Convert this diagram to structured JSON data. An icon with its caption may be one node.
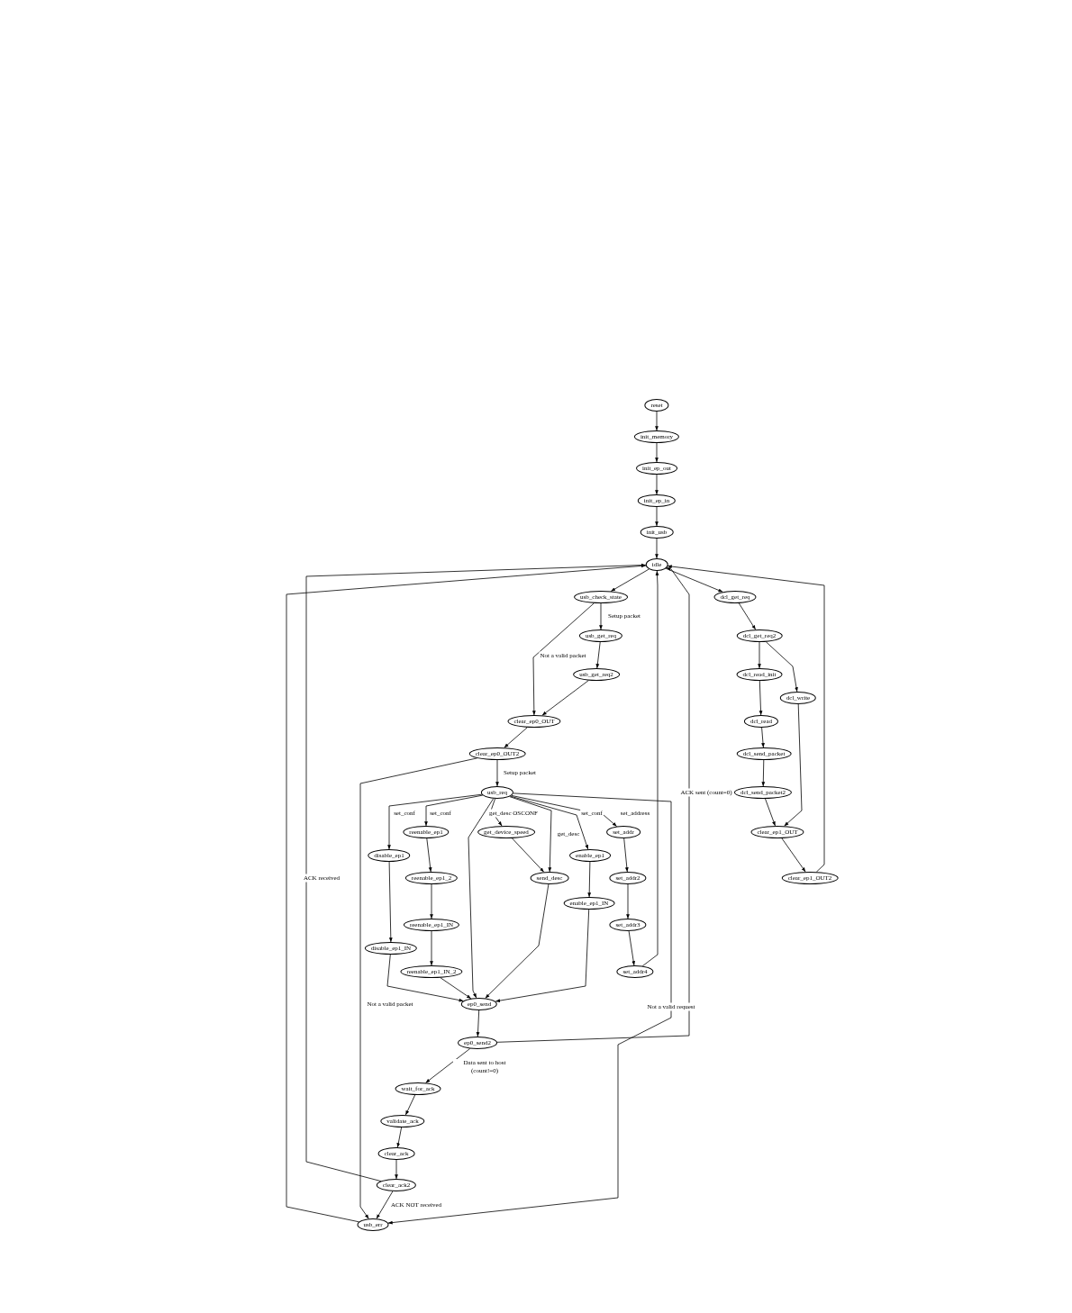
{
  "diagram": {
    "nodes": [
      {
        "text": [
          "reset"
        ]
      },
      {
        "text": [
          "init_memory"
        ]
      },
      {
        "text": [
          "init_ep_out"
        ]
      },
      {
        "text": [
          "init_ep_in"
        ]
      },
      {
        "text": [
          "init_usb"
        ]
      },
      {
        "text": [
          "idle"
        ]
      },
      {
        "text": [
          "usb_check_state"
        ]
      },
      {
        "text": [
          "usb_get_req"
        ]
      },
      {
        "text": [
          "usb_get_req2"
        ]
      },
      {
        "text": [
          "clear_ep0_OUT"
        ]
      },
      {
        "text": [
          "clear_ep0_OUT2"
        ]
      },
      {
        "text": [
          "usb_req"
        ]
      },
      {
        "text": [
          "disable_ep1"
        ]
      },
      {
        "text": [
          "reenable_ep1"
        ]
      },
      {
        "text": [
          "get_device_speed"
        ]
      },
      {
        "text": [
          "send_desc"
        ]
      },
      {
        "text": [
          "enable_ep1"
        ]
      },
      {
        "text": [
          "set_addr"
        ]
      },
      {
        "text": [
          "reenable_ep1_2"
        ]
      },
      {
        "text": [
          "enable_ep1_IN"
        ]
      },
      {
        "text": [
          "set_addr2"
        ]
      },
      {
        "text": [
          "reenable_ep1_IN"
        ]
      },
      {
        "text": [
          "disable_ep1_IN"
        ]
      },
      {
        "text": [
          "set_addr3"
        ]
      },
      {
        "text": [
          "reenable_ep1_IN_2"
        ]
      },
      {
        "text": [
          "set_addr4"
        ]
      },
      {
        "text": [
          "ep0_send"
        ]
      },
      {
        "text": [
          "ep0_send2"
        ]
      },
      {
        "text": [
          "wait_for_ack"
        ]
      },
      {
        "text": [
          "validate_ack"
        ]
      },
      {
        "text": [
          "clear_ack"
        ]
      },
      {
        "text": [
          "clear_ack2"
        ]
      },
      {
        "text": [
          "usb_err"
        ]
      },
      {
        "text": [
          "dcl_get_req"
        ]
      },
      {
        "text": [
          "dcl_get_req2"
        ]
      },
      {
        "text": [
          "dcl_read_init"
        ]
      },
      {
        "text": [
          "dcl_write"
        ]
      },
      {
        "text": [
          "dcl_read"
        ]
      },
      {
        "text": [
          "dcl_send_packet"
        ]
      },
      {
        "text": [
          "dcl_send_packet2"
        ]
      },
      {
        "text": [
          "clear_ep1_OUT"
        ]
      },
      {
        "text": [
          "clear_ep1_OUT2"
        ]
      }
    ],
    "edges": [
      {
        "from": 0,
        "to": 1,
        "arrow": "to"
      },
      {
        "from": 1,
        "to": 2,
        "arrow": "to"
      },
      {
        "from": 2,
        "to": 3,
        "arrow": "to"
      },
      {
        "from": 3,
        "to": 4,
        "arrow": "to"
      },
      {
        "from": 4,
        "to": 5,
        "arrow": "to"
      },
      {
        "from": 5,
        "to": 6,
        "arrow": "to"
      },
      {
        "from": 5,
        "to": 33,
        "arrow": "to"
      },
      {
        "from": 6,
        "to": 7,
        "arrow": "to",
        "label": "Setup packet"
      },
      {
        "from": 6,
        "to": 9,
        "arrow": "to",
        "label": "Not a valid packet"
      },
      {
        "from": 7,
        "to": 8,
        "arrow": "to"
      },
      {
        "from": 8,
        "to": 9,
        "arrow": "to"
      },
      {
        "from": 9,
        "to": 10,
        "arrow": "to"
      },
      {
        "from": 10,
        "to": 11,
        "arrow": "to",
        "label": "Setup packet"
      },
      {
        "from": 10,
        "to": 32,
        "arrow": "to",
        "label": "Not a valid packet"
      },
      {
        "from": 11,
        "to": 12,
        "arrow": "to",
        "label": "set_conf"
      },
      {
        "from": 11,
        "to": 13,
        "arrow": "to",
        "label": "set_conf"
      },
      {
        "from": 11,
        "to": 26,
        "arrow": "to"
      },
      {
        "from": 11,
        "to": 14,
        "arrow": "to",
        "label": "get_desc OSCONF"
      },
      {
        "from": 11,
        "to": 15,
        "arrow": "to",
        "label": "get_desc"
      },
      {
        "from": 11,
        "to": 16,
        "arrow": "to",
        "label": "set_conf"
      },
      {
        "from": 11,
        "to": 17,
        "arrow": "to",
        "label": "set_address"
      },
      {
        "from": 11,
        "to": 32,
        "arrow": "to",
        "label": "Not a valid request"
      },
      {
        "from": 14,
        "to": 15,
        "arrow": "to"
      },
      {
        "from": 15,
        "to": 26,
        "arrow": "to"
      },
      {
        "from": 13,
        "to": 18,
        "arrow": "to"
      },
      {
        "from": 18,
        "to": 21,
        "arrow": "to"
      },
      {
        "from": 21,
        "to": 24,
        "arrow": "to"
      },
      {
        "from": 24,
        "to": 26,
        "arrow": "to"
      },
      {
        "from": 12,
        "to": 22,
        "arrow": "to"
      },
      {
        "from": 22,
        "to": 26,
        "arrow": "to"
      },
      {
        "from": 16,
        "to": 19,
        "arrow": "to"
      },
      {
        "from": 19,
        "to": 26,
        "arrow": "to"
      },
      {
        "from": 17,
        "to": 20,
        "arrow": "to"
      },
      {
        "from": 20,
        "to": 23,
        "arrow": "to"
      },
      {
        "from": 23,
        "to": 25,
        "arrow": "to"
      },
      {
        "from": 25,
        "to": 5,
        "arrow": "to"
      },
      {
        "from": 26,
        "to": 27,
        "arrow": "to"
      },
      {
        "from": 27,
        "to": 5,
        "arrow": "to",
        "label": "ACK sent (count=0)"
      },
      {
        "from": 27,
        "to": 28,
        "arrow": "to",
        "label": "Data sent to host (count!=0)"
      },
      {
        "from": 28,
        "to": 29,
        "arrow": "to"
      },
      {
        "from": 29,
        "to": 30,
        "arrow": "to"
      },
      {
        "from": 30,
        "to": 31,
        "arrow": "to"
      },
      {
        "from": 31,
        "to": 5,
        "arrow": "to",
        "label": "ACK received"
      },
      {
        "from": 31,
        "to": 32,
        "arrow": "to",
        "label": "ACK NOT received"
      },
      {
        "from": 32,
        "to": 5,
        "arrow": "to"
      },
      {
        "from": 33,
        "to": 34,
        "arrow": "to"
      },
      {
        "from": 34,
        "to": 35,
        "arrow": "to"
      },
      {
        "from": 34,
        "to": 36,
        "arrow": "to"
      },
      {
        "from": 35,
        "to": 37,
        "arrow": "to"
      },
      {
        "from": 37,
        "to": 38,
        "arrow": "to"
      },
      {
        "from": 38,
        "to": 39,
        "arrow": "to"
      },
      {
        "from": 39,
        "to": 40,
        "arrow": "to"
      },
      {
        "from": 36,
        "to": 40,
        "arrow": "to"
      },
      {
        "from": 40,
        "to": 41,
        "arrow": "to"
      },
      {
        "from": 41,
        "to": 5,
        "arrow": "to"
      }
    ]
  }
}
